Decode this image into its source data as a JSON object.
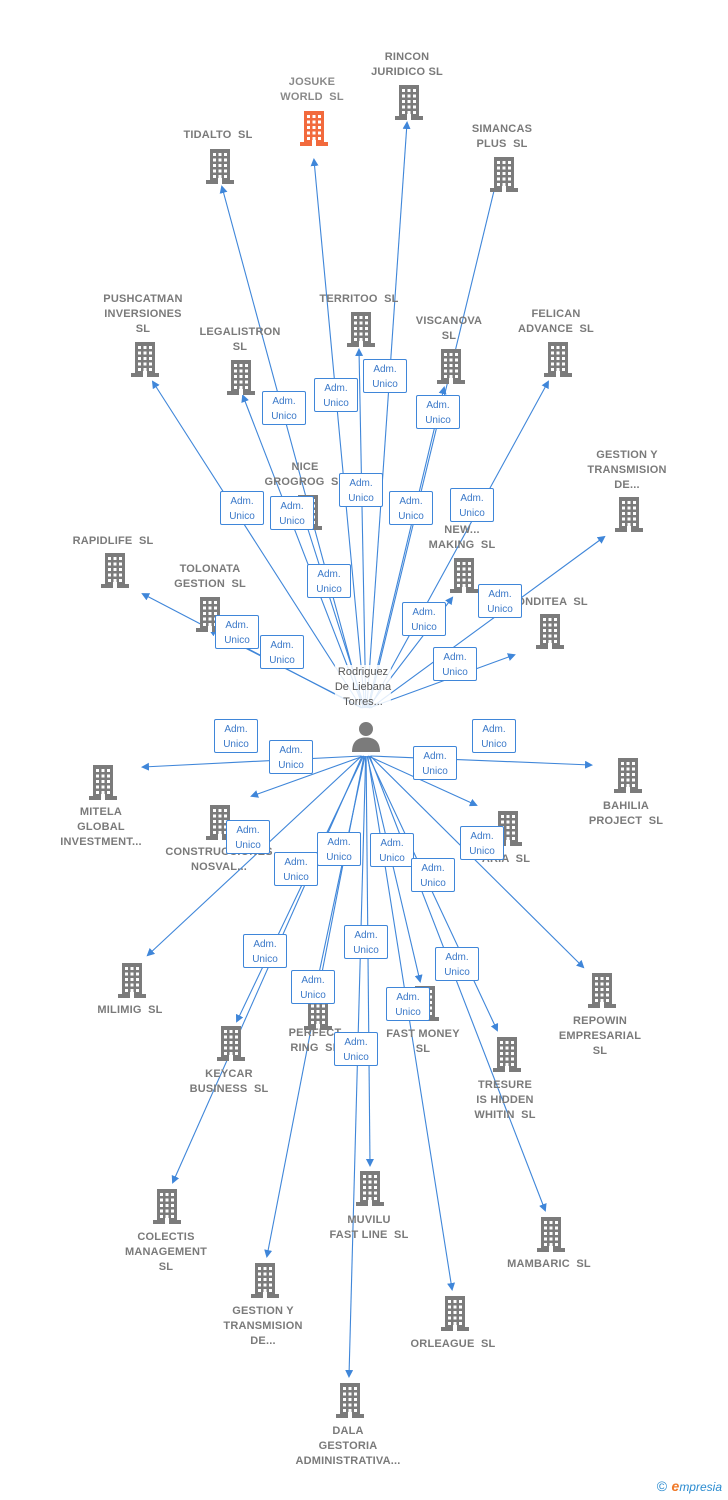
{
  "colors": {
    "edge": "#3f86d9",
    "building": "#7b7b7b",
    "building_highlight": "#f26a3d",
    "badge_border": "#3f86d9",
    "badge_text": "#3a78c8",
    "label": "#7a7a7a"
  },
  "center": {
    "label": "Rodriguez\nDe Liebana\nTorres...",
    "icon": "person-icon"
  },
  "role": {
    "line1": "Adm.",
    "line2": "Unico"
  },
  "companies": [
    {
      "id": "josuke-world-sl",
      "label": "JOSUKE\nWORLD  SL",
      "highlight": true
    },
    {
      "id": "rincon-juridico-sl",
      "label": "RINCON\nJURIDICO SL"
    },
    {
      "id": "tidalto-sl",
      "label": "TIDALTO  SL"
    },
    {
      "id": "simancas-plus-sl",
      "label": "SIMANCAS\nPLUS  SL"
    },
    {
      "id": "pushcatman-inversiones-sl",
      "label": "PUSHCATMAN\nINVERSIONES\nSL"
    },
    {
      "id": "territoo-sl",
      "label": "TERRITOO  SL"
    },
    {
      "id": "legalistron-sl",
      "label": "LEGALISTRON\nSL"
    },
    {
      "id": "viscanova-sl",
      "label": "VISCANOVA\nSL"
    },
    {
      "id": "felican-advance-sl",
      "label": "FELICAN\nADVANCE  SL"
    },
    {
      "id": "gestion-transmision-1",
      "label": "GESTION Y\nTRANSMISION\nDE..."
    },
    {
      "id": "nice-grogrog-sl",
      "label": "NICE\nGROGROG  SL"
    },
    {
      "id": "new-making-sl",
      "label": "NEW...\nMAKING  SL"
    },
    {
      "id": "rapidlife-sl",
      "label": "RAPIDLIFE  SL"
    },
    {
      "id": "tolonata-gestion-sl",
      "label": "TOLONATA\nGESTION  SL"
    },
    {
      "id": "conditea-sl",
      "label": "CONDITEA  SL"
    },
    {
      "id": "mitela-global",
      "label": "MITELA\nGLOBAL\nINVESTMENT..."
    },
    {
      "id": "construcciones-nosval",
      "label": "CONSTRUCCIONES\nNOSVAL..."
    },
    {
      "id": "bahilia-project-sl",
      "label": "BAHILIA\nPROJECT  SL"
    },
    {
      "id": "aria-sl",
      "label": "ARIA  SL"
    },
    {
      "id": "milimig-sl",
      "label": "MILIMIG  SL"
    },
    {
      "id": "repowin-empresarial-sl",
      "label": "REPOWIN\nEMPRESARIAL\nSL"
    },
    {
      "id": "keycar-business-sl",
      "label": "KEYCAR\nBUSINESS  SL"
    },
    {
      "id": "perfect-ring-sl",
      "label": "PERFECT\nRING  SL"
    },
    {
      "id": "fast-money-sl",
      "label": "FAST MONEY\nSL"
    },
    {
      "id": "tresure-is-hidden",
      "label": "TRESURE\nIS HIDDEN\nWHITIN  SL"
    },
    {
      "id": "colectis-management-sl",
      "label": "COLECTIS\nMANAGEMENT\nSL"
    },
    {
      "id": "muvilu-fast-line-sl",
      "label": "MUVILU\nFAST LINE  SL"
    },
    {
      "id": "mambaric-sl",
      "label": "MAMBARIC  SL"
    },
    {
      "id": "gestion-transmision-2",
      "label": "GESTION Y\nTRANSMISION\nDE..."
    },
    {
      "id": "orleague-sl",
      "label": "ORLEAGUE  SL"
    },
    {
      "id": "dala-gestoria",
      "label": "DALA\nGESTORIA\nADMINISTRATIVA..."
    }
  ],
  "footer": {
    "copyright": "©",
    "brand_initial": "e",
    "brand_rest": "mpresia"
  }
}
